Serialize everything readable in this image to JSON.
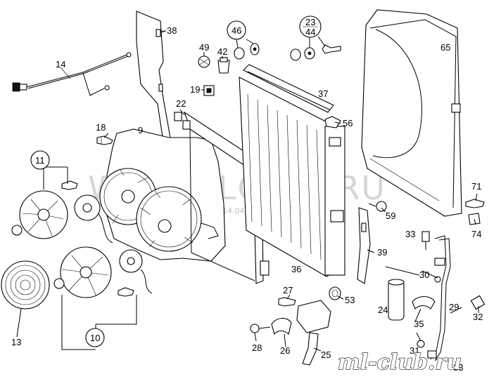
{
  "diagram": {
    "watermark": "WWW.ELCATS.RU",
    "date_stamp": "14.04.2014",
    "brand": "ml-club.ru"
  },
  "callouts": [
    {
      "id": "c38",
      "text": "38"
    },
    {
      "id": "c46",
      "text": "46"
    },
    {
      "id": "c23",
      "text": "23"
    },
    {
      "id": "c44",
      "text": "44"
    },
    {
      "id": "c65",
      "text": "65"
    },
    {
      "id": "c49",
      "text": "49"
    },
    {
      "id": "c42",
      "text": "42"
    },
    {
      "id": "c14",
      "text": "14"
    },
    {
      "id": "c19",
      "text": "19"
    },
    {
      "id": "c37",
      "text": "37"
    },
    {
      "id": "c22",
      "text": "22"
    },
    {
      "id": "c56",
      "text": "56"
    },
    {
      "id": "c18",
      "text": "18"
    },
    {
      "id": "c9",
      "text": "9"
    },
    {
      "id": "c11",
      "text": "11"
    },
    {
      "id": "c71",
      "text": "71"
    },
    {
      "id": "c59",
      "text": "59"
    },
    {
      "id": "c74",
      "text": "74"
    },
    {
      "id": "c33a",
      "text": "33"
    },
    {
      "id": "c39",
      "text": "39"
    },
    {
      "id": "c36",
      "text": "36"
    },
    {
      "id": "c30",
      "text": "30"
    },
    {
      "id": "c27",
      "text": "27"
    },
    {
      "id": "c53",
      "text": "53"
    },
    {
      "id": "c24",
      "text": "24"
    },
    {
      "id": "c29",
      "text": "29"
    },
    {
      "id": "c32",
      "text": "32"
    },
    {
      "id": "c13",
      "text": "13"
    },
    {
      "id": "c10",
      "text": "10"
    },
    {
      "id": "c35",
      "text": "35"
    },
    {
      "id": "c28",
      "text": "28"
    },
    {
      "id": "c26",
      "text": "26"
    },
    {
      "id": "c25",
      "text": "25"
    },
    {
      "id": "c31",
      "text": "31"
    },
    {
      "id": "c33b",
      "text": "33"
    }
  ]
}
